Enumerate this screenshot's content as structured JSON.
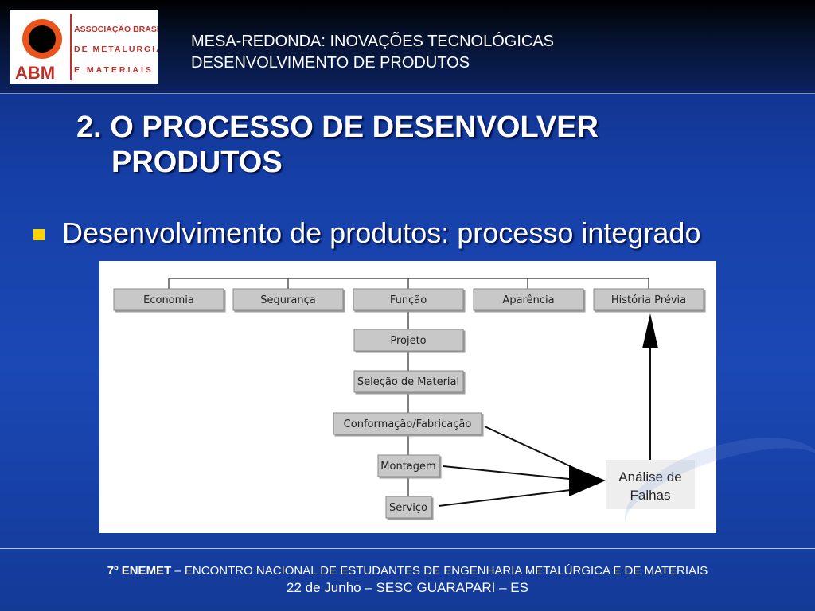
{
  "logo": {
    "abbr": "ABM",
    "lines": [
      "ASSOCIAÇÃO BRASILEIRA",
      "DE METALURGIA",
      "E MATERIAIS"
    ],
    "ring_color": "#e8541c",
    "text_color": "#c0302a"
  },
  "header": {
    "line1": "MESA-REDONDA: INOVAÇÕES TECNOLÓGICAS",
    "line2": "DESENVOLVIMENTO DE PRODUTOS"
  },
  "heading": {
    "line1": "2. O PROCESSO DE DESENVOLVER",
    "line2": "PRODUTOS"
  },
  "bullet": {
    "text": "Desenvolvimento de produtos: processo integrado",
    "color": "#ffd200"
  },
  "diagram": {
    "top_row": [
      "Economia",
      "Segurança",
      "Função",
      "Aparência",
      "História Prévia"
    ],
    "chain": [
      "Projeto",
      "Seleção de Material",
      "Conformação/Fabricação",
      "Montagem",
      "Serviço"
    ],
    "analysis": [
      "Análise de",
      "Falhas"
    ]
  },
  "footer": {
    "event": "7º ENEMET",
    "rest": " – ENCONTRO NACIONAL DE ESTUDANTES DE ENGENHARIA METALÚRGICA E DE MATERIAIS",
    "line2": "22 de Junho – SESC GUARAPARI – ES"
  }
}
